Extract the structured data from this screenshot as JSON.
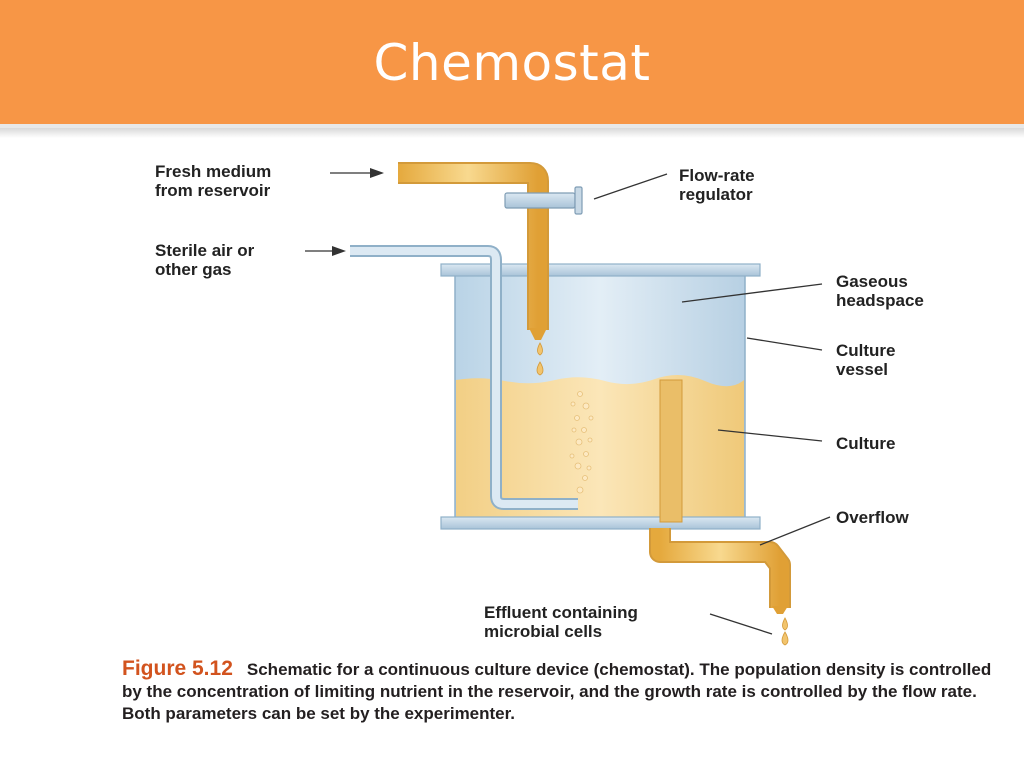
{
  "slide": {
    "title": "Chemostat"
  },
  "diagram": {
    "labels": {
      "fresh_medium_line1": "Fresh medium",
      "fresh_medium_line2": "from reservoir",
      "sterile_air_line1": "Sterile air or",
      "sterile_air_line2": "other gas",
      "flow_rate_line1": "Flow-rate",
      "flow_rate_line2": "regulator",
      "headspace_line1": "Gaseous",
      "headspace_line2": "headspace",
      "vessel_line1": "Culture",
      "vessel_line2": "vessel",
      "culture": "Culture",
      "overflow": "Overflow",
      "effluent_line1": "Effluent containing",
      "effluent_line2": "microbial cells"
    },
    "colors": {
      "medium": "#f2c46d",
      "culture": "#f7dca0",
      "glass": "#cfe2ef",
      "header": "#f79646"
    }
  },
  "caption": {
    "figure_number": "Figure 5.12",
    "text": "Schematic for a continuous culture device (chemostat). The population density is controlled by the concentration of limiting nutrient in the reservoir, and the growth rate is controlled by the flow rate. Both parameters can be set by the experimenter."
  }
}
